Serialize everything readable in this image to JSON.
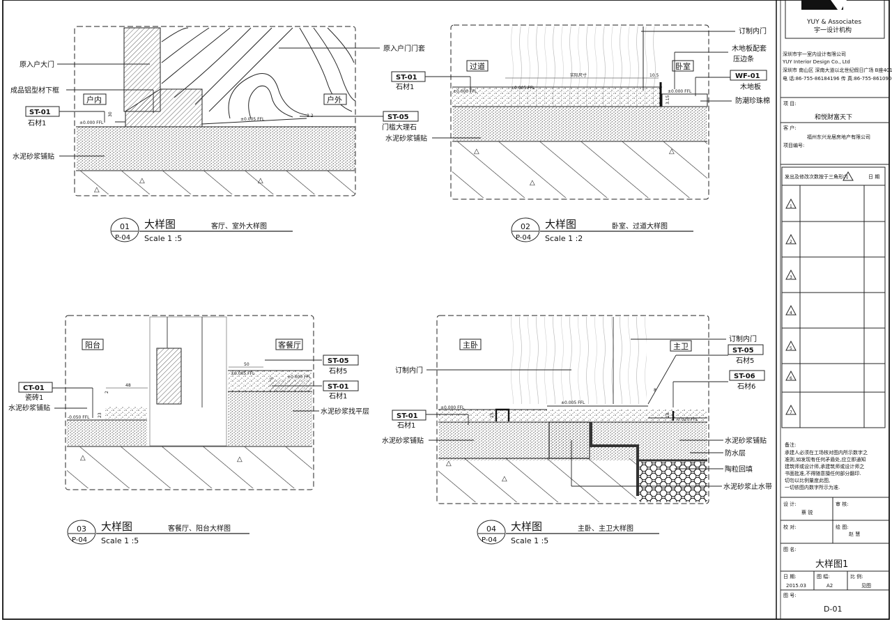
{
  "company": {
    "name": "YUY & Associates",
    "name_cn": "宇一设计机构",
    "info_lines": [
      "深圳市宇一室内设计有限公司",
      "YUY Interior Design Co., Ltd",
      "深圳市 南山区 深南大道以北世纪假日广场 B座401",
      "电 话:86-755-86184196 传 真:86-755-86109007"
    ]
  },
  "titleblock": {
    "project_label": "项 目:",
    "project_value": "和悦财富天下",
    "client_label": "客 户:",
    "client_value": "福州东兴龙居房地产有限公司",
    "project_no_label": "项目编号:",
    "revision_header": "发出及修改次数按于三角形内",
    "revision_date_label": "日 期",
    "revisions": [
      "1",
      "2",
      "3",
      "4",
      "5",
      "6",
      "7"
    ],
    "notes_title": "备注:",
    "notes_lines": [
      "承建人必须在工场核对图内所示数字之",
      "准则,如发现有任何矛盾处,应立即通知",
      "建筑师或设计师,承建筑师或设计师之",
      "书面批准,不得随意擅任何部分翻印.",
      "切勿以比例量度此图,",
      "一切依图内数字所示为准."
    ],
    "design_label": "设 计:",
    "design_value": "蔡 锐",
    "review_label": "审 核:",
    "check_label": "校 对:",
    "drawing_label": "绘 图:",
    "drawing_value": "赵 慧",
    "name_label": "图 名:",
    "name_value": "大样图1",
    "date_label": "日 期:",
    "date_value": "2015.03",
    "size_label": "图 幅:",
    "size_value": "A2",
    "scale_label": "比 例:",
    "scale_value": "见图",
    "number_label": "图 号:",
    "number_value": "D-01"
  },
  "details": [
    {
      "id": "01",
      "sheet": "P-04",
      "title": "大样图",
      "subtitle": "客厅、室外大样图",
      "scale": "Scale 1 :5",
      "rooms": [
        "户内",
        "户外"
      ],
      "callouts": [
        "原入户门门套",
        "原入户大门",
        "成品铝型材下框",
        "ST-01",
        "石材1",
        "ST-05",
        "门槛大理石",
        "水泥砂浆铺贴"
      ],
      "levels": [
        "±0.000 FFL",
        "±0.005 FFL"
      ],
      "dims": [
        "30",
        "8.2"
      ]
    },
    {
      "id": "02",
      "sheet": "P-04",
      "title": "大样图",
      "subtitle": "卧室、过道大样图",
      "scale": "Scale 1 :2",
      "rooms": [
        "过道",
        "卧室"
      ],
      "callouts": [
        "订制内门",
        "木地板配套",
        "压边条",
        "WF-01",
        "木地板",
        "防潮珍珠棉",
        "ST-01",
        "石材1",
        "水泥砂浆铺贴"
      ],
      "levels": [
        "±0.005 FFL",
        "±0.000 FFL",
        "±0.000 FFL"
      ],
      "dims": [
        "实际尺寸",
        "10.5",
        "3.15"
      ]
    },
    {
      "id": "03",
      "sheet": "P-04",
      "title": "大样图",
      "subtitle": "客餐厅、阳台大样图",
      "scale": "Scale 1 :5",
      "rooms": [
        "阳台",
        "客餐厅"
      ],
      "callouts": [
        "CT-01",
        "瓷砖1",
        "水泥砂浆铺贴",
        "ST-05",
        "石材5",
        "ST-01",
        "石材1",
        "水泥砂浆找平层"
      ],
      "levels": [
        "-0.050 FFL",
        "±0.005 FFL",
        "±0.000 FFL"
      ],
      "dims": [
        "48",
        "50",
        "2",
        "23",
        "5"
      ]
    },
    {
      "id": "04",
      "sheet": "P-04",
      "title": "大样图",
      "subtitle": "主卧、主卫大样图",
      "scale": "Scale 1 :5",
      "rooms": [
        "主卧",
        "主卫"
      ],
      "callouts": [
        "订制内门",
        "ST-05",
        "石材5",
        "ST-06",
        "石材6",
        "订制内门",
        "ST-01",
        "石材1",
        "水泥砂浆铺贴",
        "水泥砂浆铺贴",
        "防水层",
        "陶粒回填",
        "水泥砂浆止水带"
      ],
      "levels": [
        "±0.000 FFL",
        "±0.005 FFL",
        "-0.020 FFL"
      ],
      "dims": [
        "8",
        "15",
        "18"
      ]
    }
  ]
}
